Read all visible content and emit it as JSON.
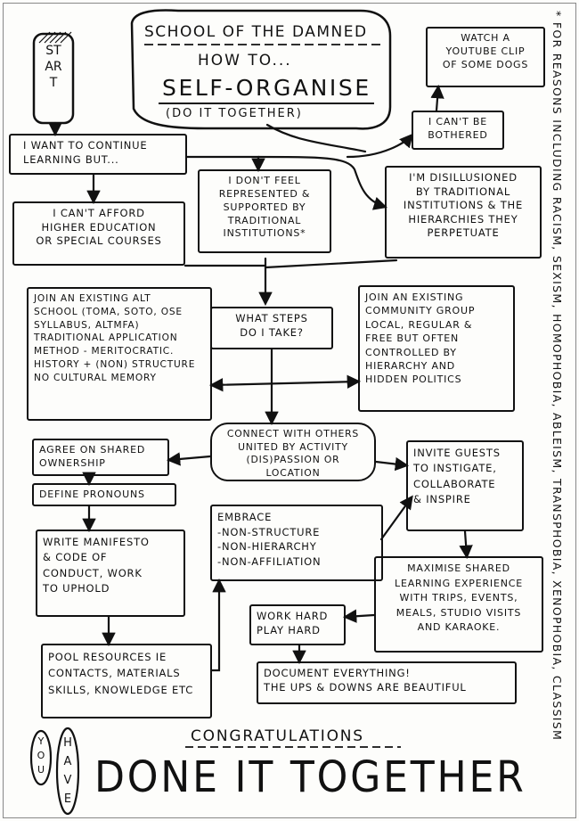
{
  "title": {
    "line1": "SCHOOL OF THE DAMNED",
    "line2": "HOW TO...",
    "line3": "SELF-ORGANISE",
    "line4": "(DO IT TOGETHER)"
  },
  "start_label": "START",
  "side_note": "* FOR REASONS INCLUDING RACISM, SEXISM, HOMOPHOBIA, ABLEISM, TRANSPHOBIA, XENOPHOBIA, CLASSISM",
  "nodes": {
    "youtube": [
      "WATCH A",
      "YOUTUBE CLIP",
      "OF SOME DOGS"
    ],
    "bothered": [
      "I CAN'T BE",
      "BOTHERED"
    ],
    "continue": [
      "I WANT TO CONTINUE",
      "LEARNING BUT..."
    ],
    "represented": [
      "I DON'T FEEL",
      "REPRESENTED &",
      "SUPPORTED BY",
      "TRADITIONAL",
      "INSTITUTIONS*"
    ],
    "disillusioned": [
      "I'M DISILLUSIONED",
      "BY TRADITIONAL",
      "INSTITUTIONS & THE",
      "HIERARCHIES THEY",
      "PERPETUATE"
    ],
    "afford": [
      "I CAN'T AFFORD",
      "HIGHER EDUCATION",
      "OR SPECIAL COURSES"
    ],
    "alt_school": [
      "JOIN AN EXISTING ALT",
      "SCHOOL (TOMA, SOTO, OSE",
      "SYLLABUS, ALTMFA)",
      "TRADITIONAL APPLICATION",
      "METHOD - MERITOCRATIC.",
      "HISTORY + (NON) STRUCTURE",
      "NO CULTURAL MEMORY"
    ],
    "what_steps": [
      "WHAT STEPS",
      "DO I TAKE?"
    ],
    "community": [
      "JOIN AN EXISTING",
      "COMMUNITY GROUP",
      "LOCAL, REGULAR &",
      "FREE BUT OFTEN",
      "CONTROLLED BY",
      "HIERARCHY AND",
      "HIDDEN POLITICS"
    ],
    "connect": [
      "CONNECT WITH OTHERS",
      "UNITED BY ACTIVITY",
      "(DIS)PASSION OR LOCATION"
    ],
    "ownership": [
      "AGREE ON SHARED",
      "OWNERSHIP"
    ],
    "pronouns": [
      "DEFINE PRONOUNS"
    ],
    "invite": [
      "INVITE GUESTS",
      "TO INSTIGATE,",
      "COLLABORATE",
      "& INSPIRE"
    ],
    "embrace": [
      "EMBRACE",
      "-NON-STRUCTURE",
      "-NON-HIERARCHY",
      "-NON-AFFILIATION"
    ],
    "manifesto": [
      "WRITE MANIFESTO",
      "& CODE OF",
      "CONDUCT, WORK",
      "TO UPHOLD"
    ],
    "maximise": [
      "MAXIMISE SHARED",
      "LEARNING EXPERIENCE",
      "WITH TRIPS, EVENTS,",
      "MEALS, STUDIO VISITS",
      "AND KARAOKE."
    ],
    "work_hard": [
      "WORK HARD",
      "PLAY HARD"
    ],
    "pool": [
      "POOL RESOURCES IE",
      "CONTACTS, MATERIALS",
      "SKILLS, KNOWLEDGE ETC"
    ],
    "document": [
      "DOCUMENT EVERYTHING!",
      "THE UPS & DOWNS ARE BEAUTIFUL"
    ]
  },
  "footer": {
    "you": "YOU",
    "have": "HAVE",
    "congratulations": "CONGRATULATIONS",
    "done": "DONE IT TOGETHER"
  }
}
